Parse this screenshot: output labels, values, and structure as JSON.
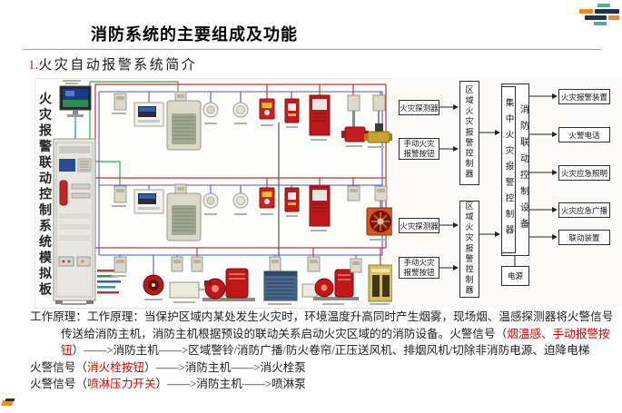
{
  "header": {
    "title": "消防系统的主要组成及功能"
  },
  "section": {
    "number": "1.",
    "title": "火灾自动报警系统简介"
  },
  "diagram": {
    "board_label": "火灾报警联动控制系统模拟板"
  },
  "flowchart": {
    "detector_top": "火灾探测器",
    "manual_top": "手动火灾报警按钮",
    "regional_top": "区域火灾报警控制器",
    "detector_bottom": "火灾探测器",
    "manual_bottom": "手动火灾报警按钮",
    "regional_bottom": "区域火灾报警控制器",
    "central_left": "集中火灾报警控制器",
    "central_right": "消防联动控制设备",
    "power": "电源",
    "outputs": [
      "火灾报警装置",
      "火警电话",
      "火灾应急照明",
      "火灾应急广播",
      "联动装置"
    ]
  },
  "principles": {
    "p1": {
      "black1": "工作原理：工作原理：当保护区域内某处发生火灾时，环境温度升高同时产生烟雾，现场烟、温感探测器将火警信号传送给消防主机，消防主机根据预设的联动关系启动火灾区域的的消防设备。火警信号（",
      "red": "烟温感、手动报警按钮",
      "black2": "）——>消防主机——>区域警铃/消防广播/防火卷帘/正压送风机、排烟风机/切除非消防电源、迫降电梯"
    },
    "p2": {
      "black1": "火警信号（",
      "red": "消火栓按钮",
      "black2": "）——>消防主机——>消火栓泵"
    },
    "p3": {
      "black1": "火警信号（",
      "red": "喷淋压力开关",
      "black2": "）——>消防主机——>喷淋泵"
    }
  },
  "colors": {
    "highlight_red": "#e00000",
    "section_number_red": "#d0251c",
    "logo_teal": "#49ada5",
    "logo_orange": "#ef8c1f",
    "logo_navy": "#1d3050"
  }
}
